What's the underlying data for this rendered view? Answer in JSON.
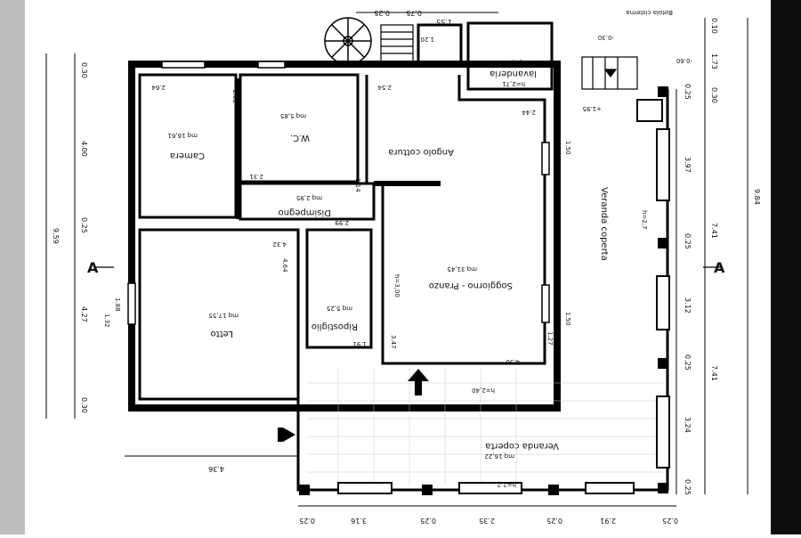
{
  "rooms": {
    "camera": {
      "name": "Camera",
      "area": "mq 16,61",
      "dim": "2.64"
    },
    "wc": {
      "name": "W.C.",
      "area": "mq 5,85",
      "dim": "1.65"
    },
    "angolo": {
      "name": "Angolo cottura",
      "dim": "2.54"
    },
    "disimpegno": {
      "name": "Disimpegno",
      "area": "mq 2,95",
      "dim_a": "2.31",
      "dim_b": "1.14"
    },
    "letto": {
      "name": "Letto",
      "area": "mq 17,55",
      "dim_a": "4.32",
      "dim_b": "4.64"
    },
    "ripostiglio": {
      "name": "Ripostiglio",
      "area": "mq 5,25",
      "dim_a": "2.99",
      "dim_b": "1.91"
    },
    "soggiorno": {
      "name": "Soggiorno - Pranzo",
      "area": "mq 31,45",
      "dim_a": "4.50",
      "dim_b": "3.47",
      "h": "h=3,00"
    },
    "lavanderia": {
      "name": "lavanderia",
      "area": "mq 1,85",
      "h": "h=2,71"
    },
    "veranda_right": {
      "name": "Veranda coperta"
    },
    "veranda_bottom": {
      "name": "Veranda coperta",
      "area": "mq 16,22"
    }
  },
  "labels": {
    "botola": "Botola cisterna",
    "side_left": "A",
    "side_right": "A",
    "h_top": "h=2,40",
    "h_bottom": "h=2,2",
    "h_right": "h=2,7"
  },
  "dims": {
    "bottom": [
      "0.25",
      "3.16",
      "0.25",
      "2.35",
      "0.25",
      "2.91",
      "0.25"
    ],
    "right": [
      "0.25",
      "3.97",
      "0.25",
      "3.12",
      "0.25",
      "3.24",
      "0.25"
    ],
    "right_totals": [
      "7.41",
      "9.84"
    ],
    "right_top": [
      "0.10",
      "1.73",
      "0.30"
    ],
    "top": [
      "0.25",
      "0.75",
      "1.55"
    ],
    "left": [
      "0.30",
      "4.00",
      "0.25",
      "4.27",
      "0.30"
    ],
    "left_total": "9.59",
    "bottom_left": "4.36",
    "misc": [
      "7.41",
      "-0.30",
      "-0.60",
      "+1.95",
      "1.50",
      "1.50",
      "1.88",
      "1.32",
      "1.27",
      "2.44",
      "1.20"
    ]
  }
}
